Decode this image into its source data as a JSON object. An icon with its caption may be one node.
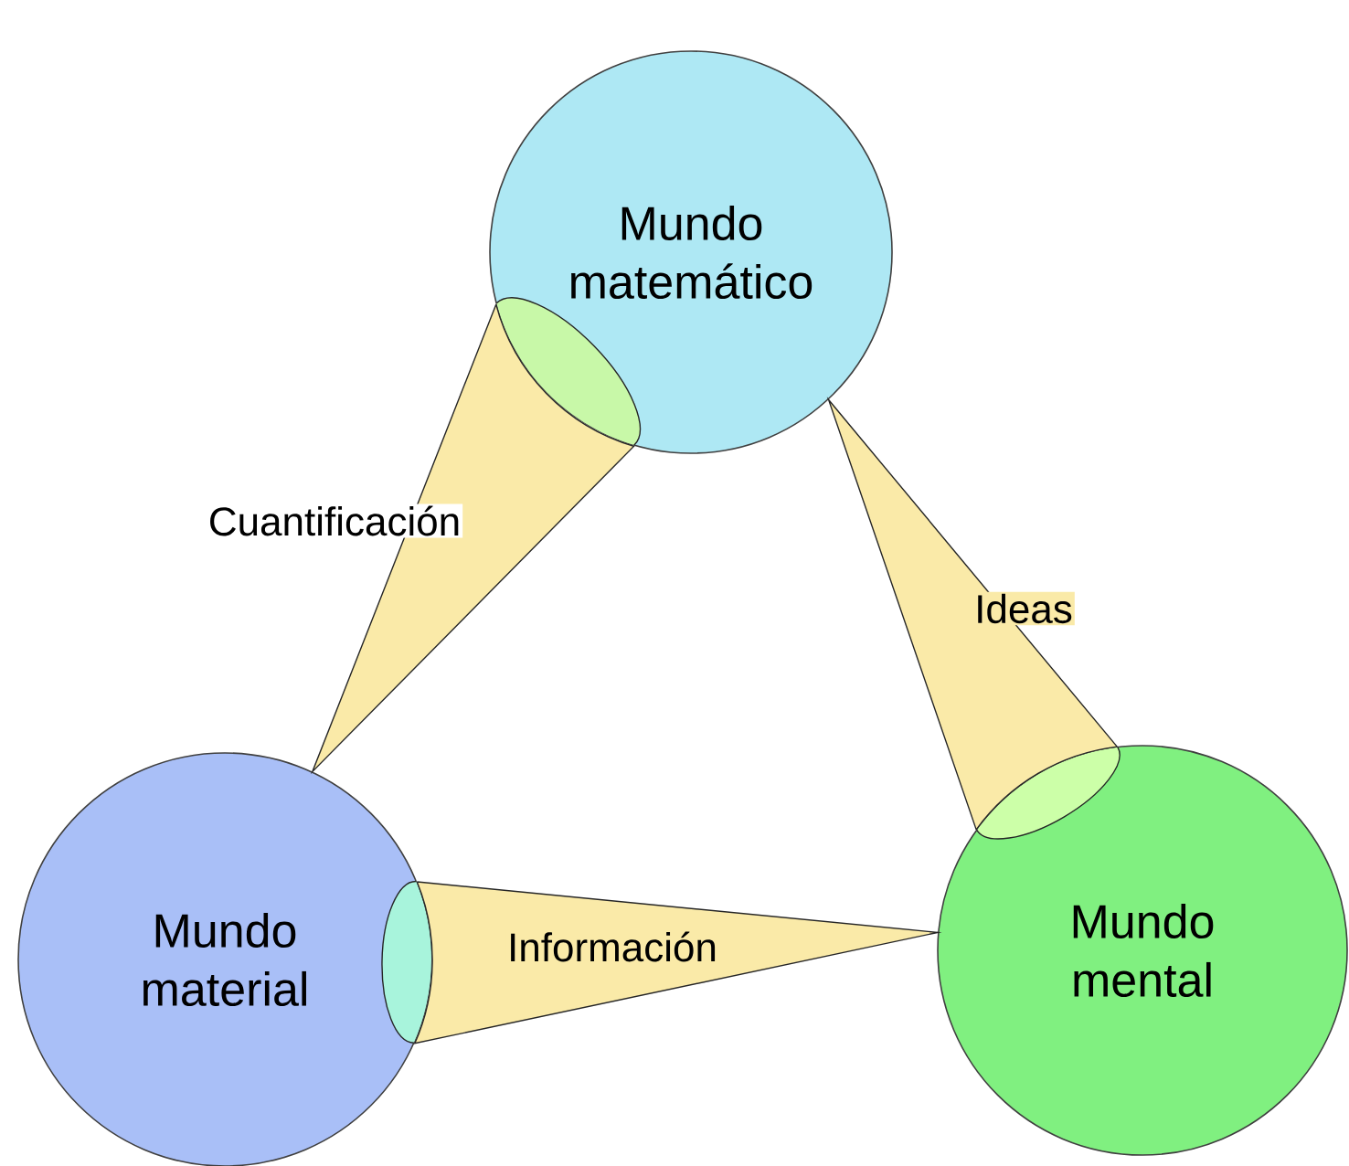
{
  "diagram": {
    "nodes": [
      {
        "text": [
          "Mundo matemático"
        ]
      },
      {
        "text": [
          "Mundo mental"
        ]
      },
      {
        "text": [
          "Mundo material"
        ]
      }
    ],
    "edges": [
      {
        "from": 2,
        "to": 0,
        "arrow": "none",
        "label": "Cuantificación"
      },
      {
        "from": 0,
        "to": 1,
        "arrow": "none",
        "label": "Ideas"
      },
      {
        "from": 1,
        "to": 2,
        "arrow": "none",
        "label": "Información"
      }
    ]
  }
}
